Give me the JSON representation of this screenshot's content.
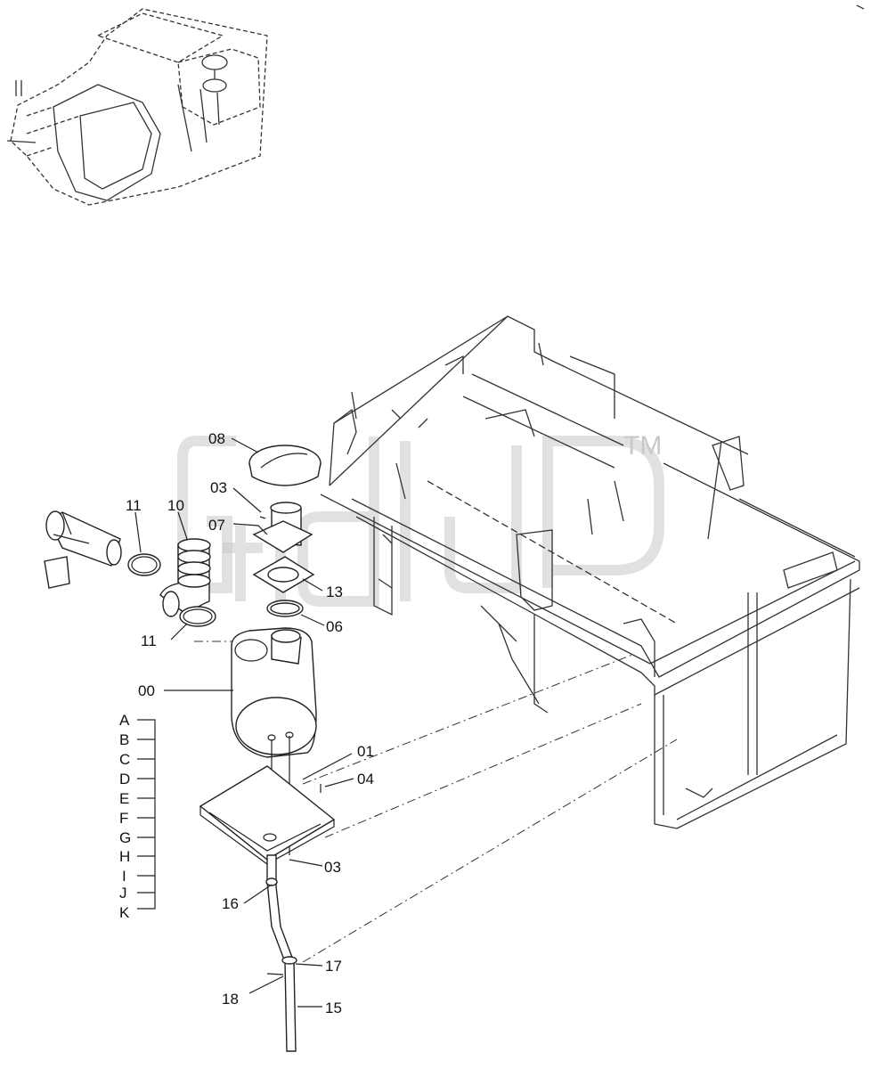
{
  "watermark": {
    "mark": "TM",
    "icon": "gtdp-logo-watermark"
  },
  "callouts": [
    {
      "id": "c08",
      "text": "08"
    },
    {
      "id": "c03a",
      "text": "03"
    },
    {
      "id": "c07",
      "text": "07"
    },
    {
      "id": "c11a",
      "text": "11"
    },
    {
      "id": "c10",
      "text": "10"
    },
    {
      "id": "c13",
      "text": "13"
    },
    {
      "id": "c06",
      "text": "06"
    },
    {
      "id": "c11b",
      "text": "11"
    },
    {
      "id": "c00",
      "text": "00"
    },
    {
      "id": "c01",
      "text": "01"
    },
    {
      "id": "c04",
      "text": "04"
    },
    {
      "id": "c03b",
      "text": "03"
    },
    {
      "id": "c16",
      "text": "16"
    },
    {
      "id": "c17",
      "text": "17"
    },
    {
      "id": "c18",
      "text": "18"
    },
    {
      "id": "c15",
      "text": "15"
    }
  ],
  "variants": [
    "A",
    "B",
    "C",
    "D",
    "E",
    "F",
    "G",
    "H",
    "I",
    "J",
    "K"
  ]
}
